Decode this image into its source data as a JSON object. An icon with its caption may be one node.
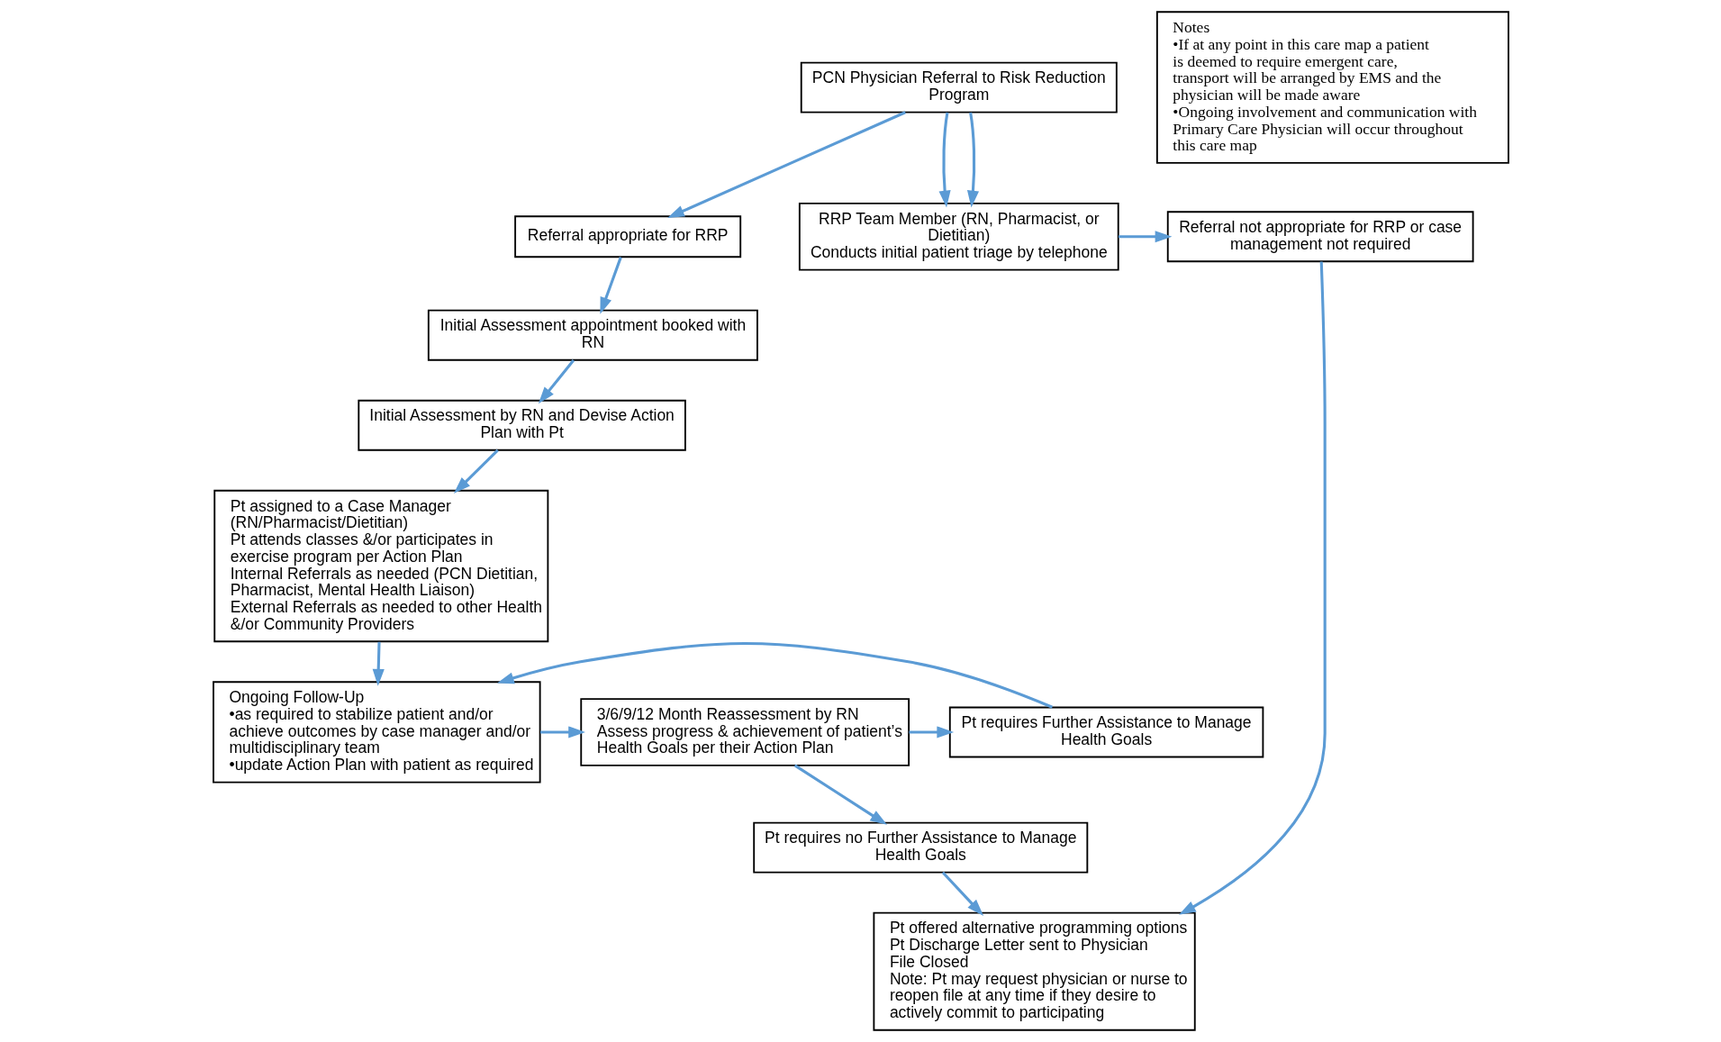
{
  "diagram": {
    "nodes": [
      {
        "text": [
          "PCN Physician Referral to Risk Reduction Program"
        ]
      },
      {
        "text": [
          "Referral appropriate for RRP"
        ]
      },
      {
        "text": [
          "RRP Team Member (RN, Pharmacist, or Dietitian)",
          "Conducts initial patient triage by telephone"
        ]
      },
      {
        "text": [
          "Referral not appropriate for RRP or case management not required"
        ]
      },
      {
        "text": [
          "Initial Assessment appointment booked with RN"
        ]
      },
      {
        "text": [
          "Initial Assessment by RN and Devise Action Plan with Pt"
        ]
      },
      {
        "text": [
          "Pt offered alternative programming options",
          "Pt Discharge Letter sent to Physician",
          "File Closed",
          "Note: Pt may request physician or nurse to reopen file at any time if they desire to actively commit to participating"
        ]
      },
      {
        "text": [
          "Pt assigned to a Case Manager (RN/Pharmacist/Dietitian)",
          "Pt attends classes &/or participates in exercise program per Action Plan",
          "Internal Referrals as needed (PCN Dietitian, Pharmacist, Mental Health Liaison)",
          "External Referrals as needed to other Health &/or Community Providers"
        ]
      },
      {
        "text": [
          "Notes",
          "•If at any point in this care map a patient is deemed to require emergent care, transport will be arranged by EMS and the physician will be made aware",
          "•Ongoing involvement and communication with Primary Care Physician will occur throughout this care map"
        ]
      },
      {
        "text": [
          "Pt requires no Further Assistance to Manage Health Goals"
        ]
      },
      {
        "text": [
          "Ongoing Follow-Up",
          "•as required to stabilize patient and/or achieve outcomes by case manager and/or multidisciplinary team",
          "•update Action Plan with patient as required"
        ]
      },
      {
        "text": [
          "Pt requires Further Assistance to Manage Health Goals"
        ]
      },
      {
        "text": [
          "3/6/9/12 Month Reassessment by RN",
          "Assess progress & achievement of patient’s Health Goals per their Action Plan"
        ]
      }
    ],
    "edges": [
      {
        "from": 0,
        "to": 1,
        "arrow": "to"
      },
      {
        "from": 0,
        "to": 2,
        "arrow": "to"
      },
      {
        "from": 0,
        "to": 2,
        "arrow": "to"
      },
      {
        "from": 1,
        "to": 4,
        "arrow": "to"
      },
      {
        "from": 2,
        "to": 3,
        "arrow": "to"
      },
      {
        "from": 4,
        "to": 5,
        "arrow": "to"
      },
      {
        "from": 5,
        "to": 7,
        "arrow": "to"
      },
      {
        "from": 3,
        "to": 6,
        "arrow": "to"
      },
      {
        "from": 7,
        "to": 10,
        "arrow": "to"
      },
      {
        "from": 11,
        "to": 10,
        "arrow": "to"
      },
      {
        "from": 12,
        "to": 11,
        "arrow": "to"
      },
      {
        "from": 10,
        "to": 12,
        "arrow": "to"
      },
      {
        "from": 12,
        "to": 9,
        "arrow": "to"
      },
      {
        "from": 9,
        "to": 6,
        "arrow": "to"
      }
    ]
  }
}
